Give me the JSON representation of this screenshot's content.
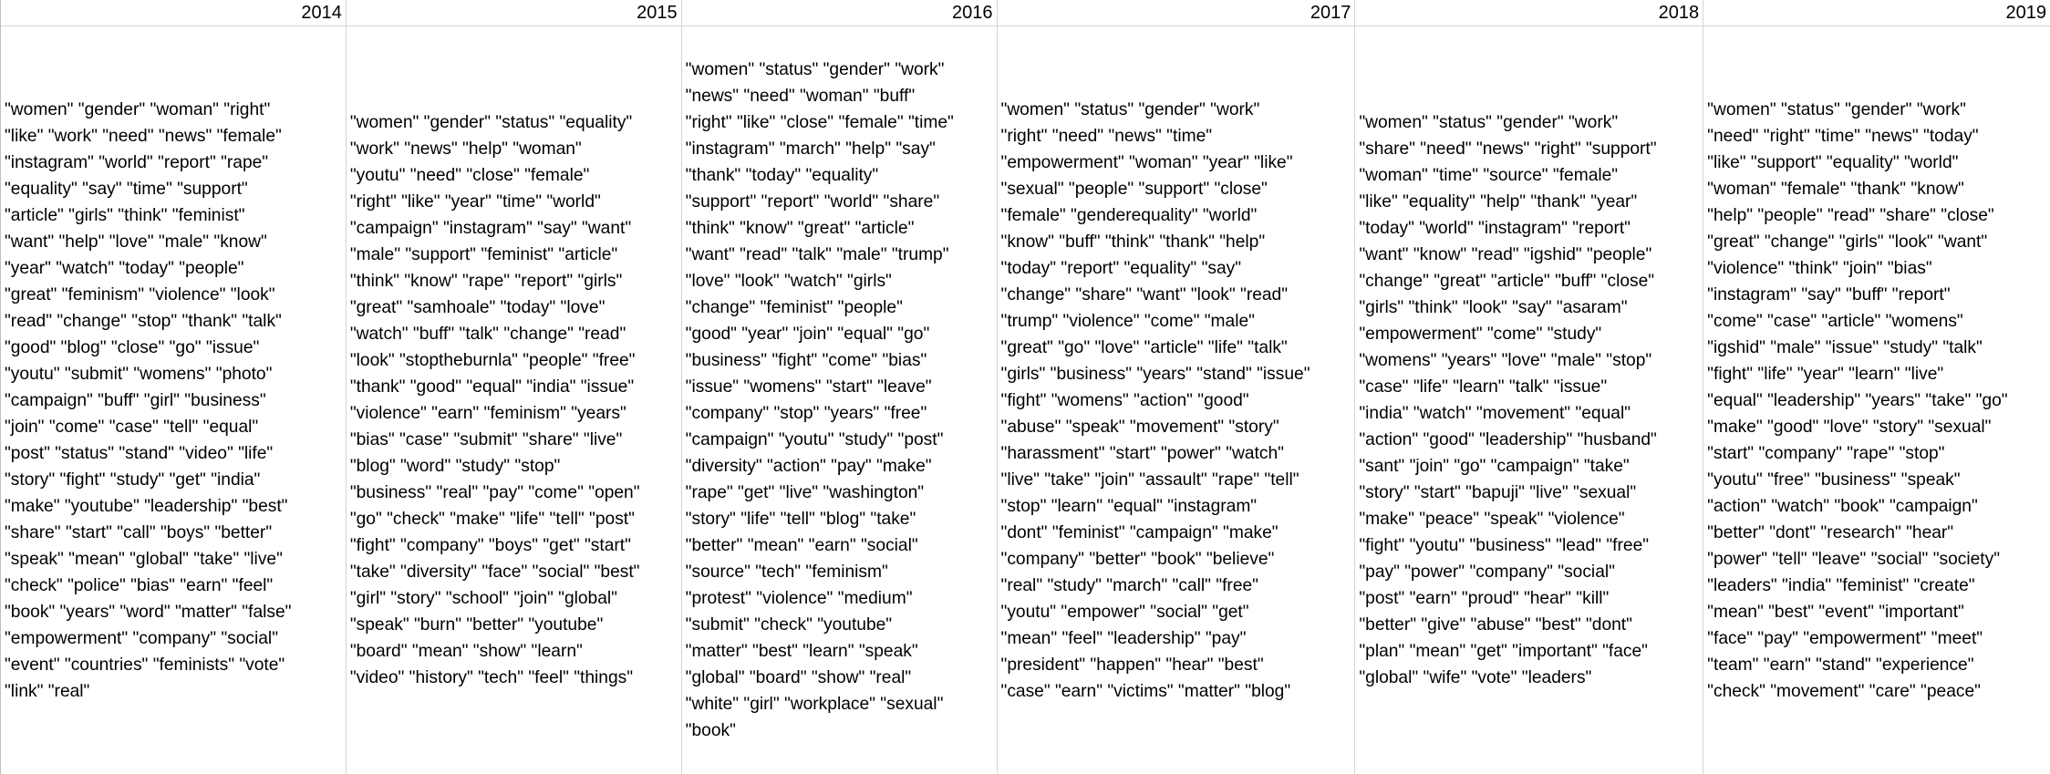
{
  "years": [
    "2014",
    "2015",
    "2016",
    "2017",
    "2018",
    "2019"
  ],
  "columns": [
    {
      "year": "2014",
      "lines": [
        "\"women\" \"gender\" \"woman\" \"right\"",
        "\"like\" \"work\" \"need\" \"news\" \"female\"",
        "\"instagram\" \"world\" \"report\" \"rape\"",
        "\"equality\" \"say\" \"time\" \"support\"",
        "\"article\" \"girls\" \"think\" \"feminist\"",
        "\"want\" \"help\" \"love\" \"male\" \"know\"",
        "\"year\" \"watch\" \"today\" \"people\"",
        "\"great\" \"feminism\" \"violence\" \"look\"",
        "\"read\" \"change\" \"stop\" \"thank\" \"talk\"",
        "\"good\" \"blog\" \"close\" \"go\" \"issue\"",
        "\"youtu\" \"submit\" \"womens\" \"photo\"",
        "\"campaign\" \"buff\" \"girl\" \"business\"",
        "\"join\" \"come\" \"case\" \"tell\" \"equal\"",
        "\"post\" \"status\" \"stand\" \"video\" \"life\"",
        "\"story\" \"fight\" \"study\" \"get\" \"india\"",
        "\"make\" \"youtube\" \"leadership\" \"best\"",
        "\"share\" \"start\" \"call\" \"boys\" \"better\"",
        "\"speak\" \"mean\" \"global\" \"take\" \"live\"",
        "\"check\" \"police\" \"bias\" \"earn\" \"feel\"",
        "\"book\" \"years\" \"word\" \"matter\" \"false\"",
        "\"empowerment\" \"company\" \"social\"",
        "\"event\" \"countries\" \"feminists\" \"vote\"",
        "\"link\" \"real\""
      ]
    },
    {
      "year": "2015",
      "lines": [
        "\"women\" \"gender\" \"status\" \"equality\"",
        "\"work\" \"news\" \"help\" \"woman\"",
        "\"youtu\" \"need\" \"close\" \"female\"",
        "\"right\" \"like\" \"year\" \"time\" \"world\"",
        "\"campaign\" \"instagram\" \"say\" \"want\"",
        "\"male\" \"support\" \"feminist\" \"article\"",
        "\"think\" \"know\" \"rape\" \"report\" \"girls\"",
        "\"great\" \"samhoale\" \"today\" \"love\"",
        "\"watch\" \"buff\" \"talk\" \"change\" \"read\"",
        "\"look\" \"stoptheburnla\" \"people\" \"free\"",
        "\"thank\" \"good\" \"equal\" \"india\" \"issue\"",
        "\"violence\" \"earn\" \"feminism\" \"years\"",
        "\"bias\" \"case\" \"submit\" \"share\" \"live\"",
        "\"blog\" \"word\" \"study\" \"stop\"",
        "\"business\" \"real\" \"pay\" \"come\" \"open\"",
        "\"go\" \"check\" \"make\" \"life\" \"tell\" \"post\"",
        "\"fight\" \"company\" \"boys\" \"get\" \"start\"",
        "\"take\" \"diversity\" \"face\" \"social\" \"best\"",
        "\"girl\" \"story\" \"school\" \"join\" \"global\"",
        "\"speak\" \"burn\" \"better\" \"youtube\"",
        "\"board\" \"mean\" \"show\" \"learn\"",
        "\"video\" \"history\" \"tech\" \"feel\" \"things\""
      ]
    },
    {
      "year": "2016",
      "lines": [
        "\"women\" \"status\" \"gender\" \"work\"",
        "\"news\" \"need\" \"woman\" \"buff\"",
        "\"right\" \"like\" \"close\" \"female\" \"time\"",
        "\"instagram\" \"march\" \"help\" \"say\"",
        "\"thank\" \"today\" \"equality\"",
        "\"support\" \"report\" \"world\" \"share\"",
        "\"think\" \"know\" \"great\" \"article\"",
        "\"want\" \"read\" \"talk\" \"male\" \"trump\"",
        "\"love\" \"look\" \"watch\" \"girls\"",
        "\"change\" \"feminist\" \"people\"",
        "\"good\" \"year\" \"join\" \"equal\" \"go\"",
        "\"business\" \"fight\" \"come\" \"bias\"",
        "\"issue\" \"womens\" \"start\" \"leave\"",
        "\"company\" \"stop\" \"years\" \"free\"",
        "\"campaign\" \"youtu\" \"study\" \"post\"",
        "\"diversity\" \"action\" \"pay\" \"make\"",
        "\"rape\" \"get\" \"live\" \"washington\"",
        "\"story\" \"life\" \"tell\" \"blog\" \"take\"",
        "\"better\" \"mean\" \"earn\" \"social\"",
        "\"source\" \"tech\" \"feminism\"",
        "\"protest\" \"violence\" \"medium\"",
        "\"submit\" \"check\" \"youtube\"",
        "\"matter\" \"best\" \"learn\" \"speak\"",
        "\"global\" \"board\" \"show\" \"real\"",
        "\"white\" \"girl\" \"workplace\" \"sexual\"",
        "\"book\""
      ]
    },
    {
      "year": "2017",
      "lines": [
        "\"women\" \"status\" \"gender\" \"work\"",
        "\"right\" \"need\" \"news\" \"time\"",
        "\"empowerment\" \"woman\" \"year\" \"like\"",
        "\"sexual\" \"people\" \"support\" \"close\"",
        "\"female\" \"genderequality\" \"world\"",
        "\"know\" \"buff\" \"think\" \"thank\" \"help\"",
        "\"today\" \"report\" \"equality\" \"say\"",
        "\"change\" \"share\" \"want\" \"look\" \"read\"",
        "\"trump\" \"violence\" \"come\" \"male\"",
        "\"great\" \"go\" \"love\" \"article\" \"life\" \"talk\"",
        "\"girls\" \"business\" \"years\" \"stand\" \"issue\"",
        "\"fight\" \"womens\" \"action\" \"good\"",
        "\"abuse\" \"speak\" \"movement\" \"story\"",
        "\"harassment\" \"start\" \"power\" \"watch\"",
        "\"live\" \"take\" \"join\" \"assault\" \"rape\" \"tell\"",
        "\"stop\" \"learn\" \"equal\" \"instagram\"",
        "\"dont\" \"feminist\" \"campaign\" \"make\"",
        "\"company\" \"better\" \"book\" \"believe\"",
        "\"real\" \"study\" \"march\" \"call\" \"free\"",
        "\"youtu\" \"empower\" \"social\" \"get\"",
        "\"mean\" \"feel\" \"leadership\" \"pay\"",
        "\"president\" \"happen\" \"hear\" \"best\"",
        "\"case\" \"earn\" \"victims\" \"matter\" \"blog\""
      ]
    },
    {
      "year": "2018",
      "lines": [
        "\"women\" \"status\" \"gender\" \"work\"",
        "\"share\" \"need\" \"news\" \"right\" \"support\"",
        "\"woman\" \"time\" \"source\" \"female\"",
        "\"like\" \"equality\" \"help\" \"thank\" \"year\"",
        "\"today\" \"world\" \"instagram\" \"report\"",
        "\"want\" \"know\" \"read\" \"igshid\" \"people\"",
        "\"change\" \"great\" \"article\" \"buff\" \"close\"",
        "\"girls\" \"think\" \"look\" \"say\" \"asaram\"",
        "\"empowerment\" \"come\" \"study\"",
        "\"womens\" \"years\" \"love\" \"male\" \"stop\"",
        "\"case\" \"life\" \"learn\" \"talk\" \"issue\"",
        "\"india\" \"watch\" \"movement\" \"equal\"",
        "\"action\" \"good\" \"leadership\" \"husband\"",
        "\"sant\" \"join\" \"go\" \"campaign\" \"take\"",
        "\"story\" \"start\" \"bapuji\" \"live\" \"sexual\"",
        "\"make\" \"peace\" \"speak\" \"violence\"",
        "\"fight\" \"youtu\" \"business\" \"lead\" \"free\"",
        "\"pay\" \"power\" \"company\" \"social\"",
        "\"post\" \"earn\" \"proud\" \"hear\" \"kill\"",
        "\"better\" \"give\" \"abuse\" \"best\" \"dont\"",
        "\"plan\" \"mean\" \"get\" \"important\" \"face\"",
        "\"global\" \"wife\" \"vote\" \"leaders\""
      ]
    },
    {
      "year": "2019",
      "lines": [
        "\"women\" \"status\" \"gender\" \"work\"",
        "\"need\" \"right\" \"time\" \"news\" \"today\"",
        "\"like\" \"support\" \"equality\" \"world\"",
        "\"woman\" \"female\" \"thank\" \"know\"",
        "\"help\" \"people\" \"read\" \"share\" \"close\"",
        "\"great\" \"change\" \"girls\" \"look\" \"want\"",
        "\"violence\" \"think\" \"join\" \"bias\"",
        "\"instagram\" \"say\" \"buff\" \"report\"",
        "\"come\" \"case\" \"article\" \"womens\"",
        "\"igshid\" \"male\" \"issue\" \"study\" \"talk\"",
        "\"fight\" \"life\" \"year\" \"learn\" \"live\"",
        "\"equal\" \"leadership\" \"years\" \"take\" \"go\"",
        "\"make\" \"good\" \"love\" \"story\" \"sexual\"",
        "\"start\" \"company\" \"rape\" \"stop\"",
        "\"youtu\" \"free\" \"business\" \"speak\"",
        "\"action\" \"watch\" \"book\" \"campaign\"",
        "\"better\" \"dont\" \"research\" \"hear\"",
        "\"power\" \"tell\" \"leave\" \"social\" \"society\"",
        "\"leaders\" \"india\" \"feminist\" \"create\"",
        "\"mean\" \"best\" \"event\" \"important\"",
        "\"face\" \"pay\" \"empowerment\" \"meet\"",
        "\"team\" \"earn\" \"stand\" \"experience\"",
        "\"check\" \"movement\" \"care\" \"peace\""
      ]
    }
  ]
}
